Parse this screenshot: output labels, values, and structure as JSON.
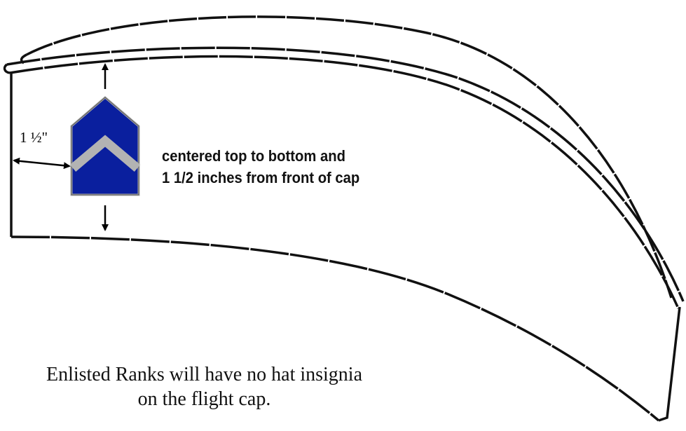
{
  "diagram": {
    "measurement_label": "1 ½\"",
    "instruction_lines": [
      "centered top to bottom and",
      "1 1/2 inches from front of cap"
    ],
    "note_lines": [
      "Enlisted Ranks will  have no hat insignia",
      "on the flight  cap."
    ]
  },
  "colors": {
    "insignia_fill": "#0a1f9e",
    "chevron_stripe": "#b3b3b3",
    "insignia_border": "#aaaaaa",
    "outline": "#111111"
  },
  "icons": {
    "insignia": "rank-insignia-chevron",
    "arrows": [
      "arrow-up-icon",
      "arrow-down-icon",
      "double-arrow-icon"
    ]
  }
}
